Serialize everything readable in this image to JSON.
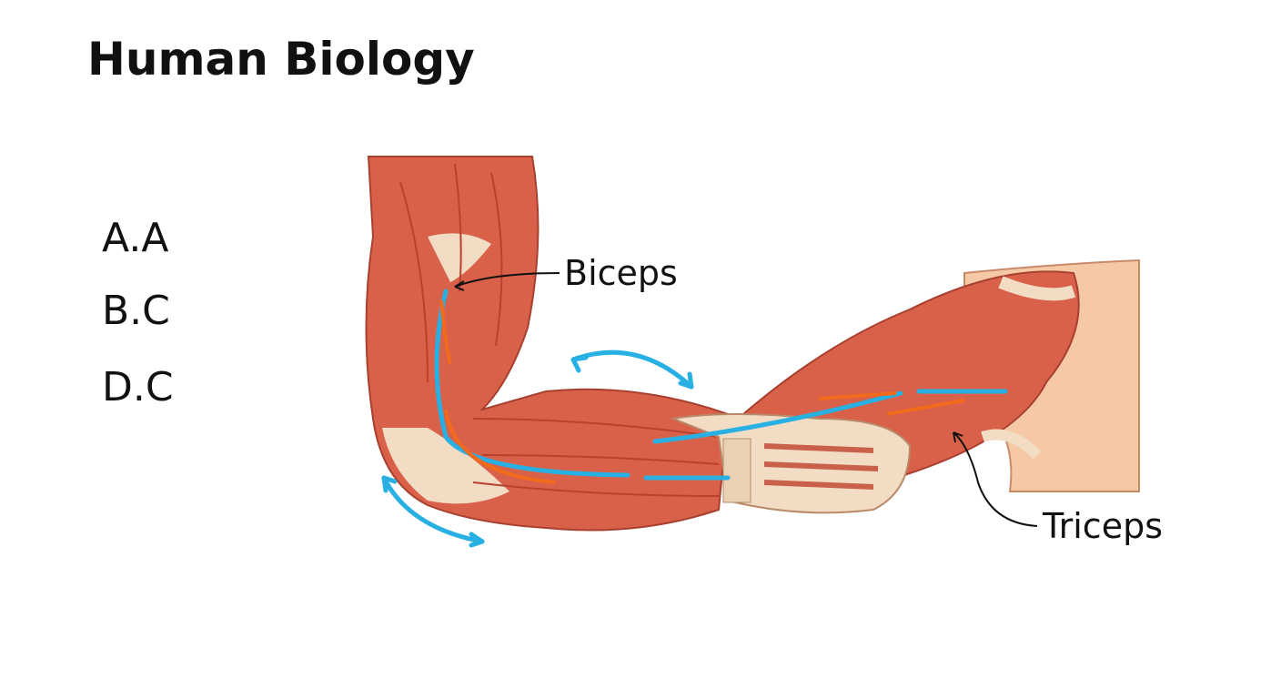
{
  "title": "Human Biology",
  "options": [
    "A.A",
    "B.C",
    "D.C"
  ],
  "labels": {
    "biceps": "Biceps",
    "triceps": "Triceps"
  },
  "colors": {
    "muscle": "#d9614a",
    "muscle_dark": "#b8412f",
    "tendon": "#f2dcc4",
    "skin": "#f6c9a6",
    "arrow_blue": "#29b0e3",
    "arrow_orange": "#f26a1b"
  }
}
